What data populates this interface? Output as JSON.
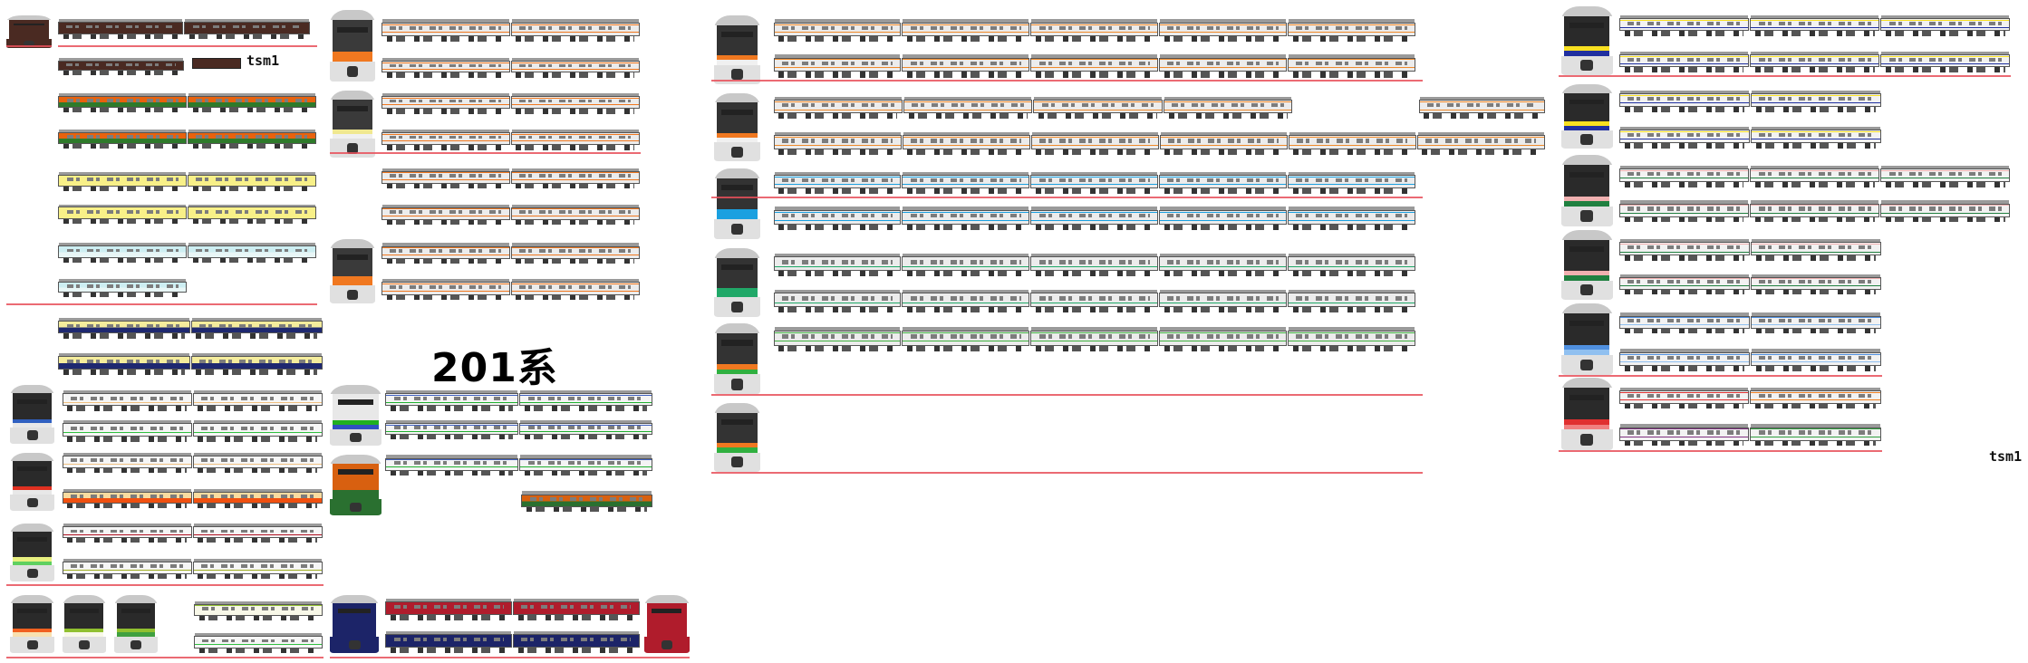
{
  "title": "201系",
  "logos": [
    "tsm1",
    "tsm1"
  ],
  "liveries": {
    "brown": {
      "body": "#4a2a22",
      "lower": "#4a2a22",
      "s1": "",
      "s2": ""
    },
    "shonan": {
      "body": "#e8620e",
      "lower": "#2e7a2a",
      "s1": "",
      "s2": ""
    },
    "yellow": {
      "body": "#f8f088",
      "lower": "#f8f088",
      "s1": "",
      "s2": ""
    },
    "lightblue": {
      "body": "#cdeef2",
      "lower": "#e8f6f6",
      "s1": "",
      "s2": ""
    },
    "yokosuka": {
      "body": "#f4ec9c",
      "lower": "#1e2870",
      "s1": "",
      "s2": ""
    },
    "orange209": {
      "body": "#ececec",
      "lower": "#ececec",
      "s1": "#f07820",
      "s2": "#f07820"
    },
    "e233orange": {
      "body": "#ececec",
      "lower": "#ececec",
      "s1": "#f08a2a",
      "s2": "#f08a2a"
    },
    "keihin": {
      "body": "#ececec",
      "lower": "#ececec",
      "s1": "#1aa0e0",
      "s2": "#1aa0e0"
    },
    "saikyo": {
      "body": "#ececec",
      "lower": "#ececec",
      "s1": "",
      "s2": "#20a868"
    },
    "uguisu": {
      "body": "#ececec",
      "lower": "#ececec",
      "s1": "#40b040",
      "s2": "#40b040"
    },
    "sobu": {
      "body": "#f2f2f2",
      "lower": "#f2f2f2",
      "s1": "#f8e020",
      "s2": "#2030a0"
    },
    "greenpink": {
      "body": "#f2f2f2",
      "lower": "#f2f2f2",
      "s1": "#f0b0b0",
      "s2": "#208040"
    },
    "bluelt": {
      "body": "#f2f2f2",
      "lower": "#f2f2f2",
      "s1": "#5090e0",
      "s2": "#90c0f0"
    },
    "red": {
      "body": "#f2f2f2",
      "lower": "#f2f2f2",
      "s1": "#e03030",
      "s2": "#e03030"
    },
    "orange2": {
      "body": "#f2f2f2",
      "lower": "#f2f2f2",
      "s1": "#f08020",
      "s2": "#f08020"
    },
    "purple": {
      "body": "#f2f2f2",
      "lower": "#f2f2f2",
      "s1": "#803080",
      "s2": "#803080"
    },
    "green2": {
      "body": "#f2f2f2",
      "lower": "#f2f2f2",
      "s1": "#30a040",
      "s2": "#30a040"
    },
    "dmuwhite": {
      "body": "#f6f6f6",
      "lower": "#f6f6f6",
      "s1": "",
      "s2": "#f0c080"
    },
    "dmugreen": {
      "body": "#f6f6f6",
      "lower": "#f6f6f6",
      "s1": "",
      "s2": "#30c040"
    },
    "dmublue": {
      "body": "#f6f6f6",
      "lower": "#f6f6f6",
      "s1": "",
      "s2": "#3050b0"
    },
    "dmuorange": {
      "body": "#f8dca0",
      "lower": "#f05010",
      "s1": "",
      "s2": ""
    },
    "dmured": {
      "body": "#f6f6f6",
      "lower": "#f6f6f6",
      "s1": "",
      "s2": "#b01020"
    },
    "dmuyg": {
      "body": "#f6f6f6",
      "lower": "#f6f6f6",
      "s1": "",
      "s2": "#a0b020"
    },
    "dmulime": {
      "body": "#f8f8e8",
      "lower": "#f8f8e8",
      "s1": "#90c030",
      "s2": ""
    },
    "kiha40": {
      "body": "#f4f4f4",
      "lower": "#f4f4f4",
      "s1": "#4060c0",
      "s2": "#20b030"
    },
    "kihashonan": {
      "body": "#d86010",
      "lower": "#2a7030",
      "s1": "",
      "s2": ""
    },
    "oldred": {
      "body": "#b01c2c",
      "lower": "#b01c2c",
      "s1": "",
      "s2": ""
    },
    "oldnavy": {
      "body": "#1c2468",
      "lower": "#1c2468",
      "s1": "",
      "s2": ""
    }
  },
  "formations": [
    {
      "livery": "brown",
      "cars": 2
    },
    {
      "livery": "brown",
      "cars": 1
    },
    {
      "livery": "shonan",
      "cars": 2
    },
    {
      "livery": "shonan",
      "cars": 2
    },
    {
      "livery": "yellow",
      "cars": 2
    },
    {
      "livery": "yellow",
      "cars": 2
    },
    {
      "livery": "lightblue",
      "cars": 2
    },
    {
      "livery": "lightblue",
      "cars": 1
    },
    {
      "livery": "yokosuka",
      "cars": 2
    },
    {
      "livery": "yokosuka",
      "cars": 2
    },
    {
      "livery": "orange209",
      "cars": 2
    },
    {
      "livery": "orange209",
      "cars": 2
    },
    {
      "livery": "orange209",
      "cars": 2
    },
    {
      "livery": "orange209",
      "cars": 2
    },
    {
      "livery": "orange209",
      "cars": 2
    },
    {
      "livery": "orange209",
      "cars": 2
    },
    {
      "livery": "orange209",
      "cars": 2
    },
    {
      "livery": "orange209",
      "cars": 2
    },
    {
      "livery": "dmuwhite",
      "cars": 2
    },
    {
      "livery": "dmugreen",
      "cars": 2
    },
    {
      "livery": "dmuwhite",
      "cars": 2
    },
    {
      "livery": "dmuorange",
      "cars": 2
    },
    {
      "livery": "dmured",
      "cars": 2
    },
    {
      "livery": "dmuyg",
      "cars": 2
    },
    {
      "livery": "kiha40",
      "cars": 2
    },
    {
      "livery": "kiha40",
      "cars": 2
    },
    {
      "livery": "kiha40",
      "cars": 2
    },
    {
      "livery": "kihashonan",
      "cars": 1
    },
    {
      "livery": "dmulime",
      "cars": 1
    },
    {
      "livery": "dmugreen",
      "cars": 1
    },
    {
      "livery": "oldred",
      "cars": 2
    },
    {
      "livery": "oldnavy",
      "cars": 2
    },
    {
      "livery": "e233orange",
      "cars": 5
    },
    {
      "livery": "e233orange",
      "cars": 5
    },
    {
      "livery": "e233orange",
      "cars": 4
    },
    {
      "livery": "e233orange",
      "cars": 1
    },
    {
      "livery": "e233orange",
      "cars": 6
    },
    {
      "livery": "keihin",
      "cars": 5
    },
    {
      "livery": "keihin",
      "cars": 5
    },
    {
      "livery": "saikyo",
      "cars": 5
    },
    {
      "livery": "saikyo",
      "cars": 5
    },
    {
      "livery": "uguisu",
      "cars": 5
    },
    {
      "livery": "sobu",
      "cars": 3
    },
    {
      "livery": "sobu",
      "cars": 3
    },
    {
      "livery": "sobu",
      "cars": 2
    },
    {
      "livery": "sobu",
      "cars": 2
    },
    {
      "livery": "greenpink",
      "cars": 3
    },
    {
      "livery": "greenpink",
      "cars": 3
    },
    {
      "livery": "greenpink",
      "cars": 2
    },
    {
      "livery": "greenpink",
      "cars": 2
    },
    {
      "livery": "bluelt",
      "cars": 2
    },
    {
      "livery": "bluelt",
      "cars": 2
    },
    {
      "livery": "red",
      "cars": 1
    },
    {
      "livery": "orange2",
      "cars": 1
    },
    {
      "livery": "purple",
      "cars": 1
    },
    {
      "livery": "green2",
      "cars": 1
    }
  ],
  "fronts": [
    {
      "face": "#4a2a22",
      "b1": "#4a2a22",
      "b2": "#4a2a22",
      "low": "#4a2a22"
    },
    {
      "face": "#3a3a3a",
      "b1": "#f07820",
      "b2": "#f07820",
      "low": "#e0e0e0"
    },
    {
      "face": "#3a3a3a",
      "b1": "#f0e890",
      "b2": "#f0f0f0",
      "low": "#e0e0e0"
    },
    {
      "face": "#3a3a3a",
      "b1": "#f07820",
      "b2": "#f07820",
      "low": "#e0e0e0"
    },
    {
      "face": "#2a2a2a",
      "b1": "#3060c0",
      "b2": "#e8e8e8",
      "low": "#e0e0e0"
    },
    {
      "face": "#2a2a2a",
      "b1": "#e03020",
      "b2": "#e8e8e8",
      "low": "#e0e0e0"
    },
    {
      "face": "#2a2a2a",
      "b1": "#e8f080",
      "b2": "#60d060",
      "low": "#e0e0e0"
    },
    {
      "face": "#e8e8e8",
      "b1": "#20b020",
      "b2": "#3050c0",
      "low": "#e0e0e0"
    },
    {
      "face": "#d86010",
      "b1": "#2a7030",
      "b2": "#2a7030",
      "low": "#2a7030"
    },
    {
      "face": "#2a2a2a",
      "b1": "#f06020",
      "b2": "#f8e0b0",
      "low": "#e0e0e0"
    },
    {
      "face": "#2a2a2a",
      "b1": "#90c030",
      "b2": "#f8f8e8",
      "low": "#e0e0e0"
    },
    {
      "face": "#2a2a2a",
      "b1": "#90c030",
      "b2": "#40a040",
      "low": "#e0e0e0"
    },
    {
      "face": "#1c2468",
      "b1": "#1c2468",
      "b2": "#1c2468",
      "low": "#1c2468"
    },
    {
      "face": "#b01c2c",
      "b1": "#b01c2c",
      "b2": "#b01c2c",
      "low": "#b01c2c"
    },
    {
      "face": "#333333",
      "b1": "#f07820",
      "b2": "#f0f0f0",
      "low": "#e0e0e0"
    },
    {
      "face": "#333333",
      "b1": "#f07820",
      "b2": "#f0f0f0",
      "low": "#e0e0e0"
    },
    {
      "face": "#333333",
      "b1": "#1aa0e0",
      "b2": "#1aa0e0",
      "low": "#e0e0e0"
    },
    {
      "face": "#333333",
      "b1": "#20a868",
      "b2": "#20a868",
      "low": "#e0e0e0"
    },
    {
      "face": "#333333",
      "b1": "#f07820",
      "b2": "#30b040",
      "low": "#e0e0e0"
    },
    {
      "face": "#333333",
      "b1": "#f07820",
      "b2": "#30b040",
      "low": "#e0e0e0"
    },
    {
      "face": "#2a2a2a",
      "b1": "#f8e020",
      "b2": "#2030a0",
      "low": "#e0e0e0"
    },
    {
      "face": "#2a2a2a",
      "b1": "#f8e020",
      "b2": "#2030a0",
      "low": "#e0e0e0"
    },
    {
      "face": "#2a2a2a",
      "b1": "#f0b0b0",
      "b2": "#208040",
      "low": "#e0e0e0"
    },
    {
      "face": "#2a2a2a",
      "b1": "#f0b0b0",
      "b2": "#208040",
      "low": "#e0e0e0"
    },
    {
      "face": "#2a2a2a",
      "b1": "#5090e0",
      "b2": "#90c0f0",
      "low": "#e0e0e0"
    },
    {
      "face": "#2a2a2a",
      "b1": "#e03030",
      "b2": "#f08080",
      "low": "#e0e0e0"
    }
  ],
  "line_color": "#e8505a"
}
